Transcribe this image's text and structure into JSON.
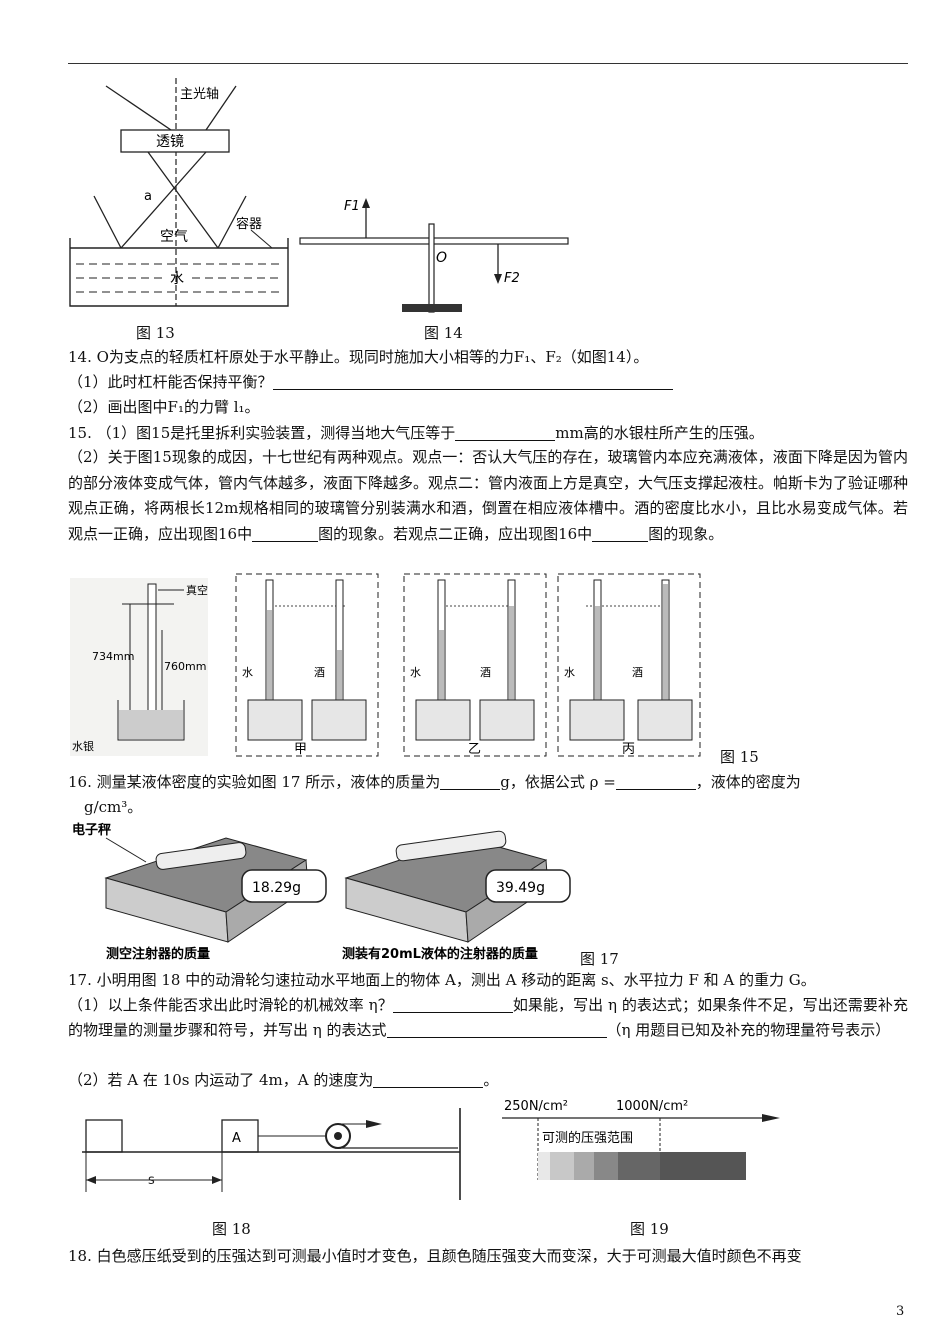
{
  "fig13": {
    "axis_label": "主光轴",
    "lens_label": "透镜",
    "ray_label": "a",
    "air_label": "空气",
    "container_label": "容器",
    "water_label": "水",
    "caption": "图 13"
  },
  "fig14": {
    "f1": "F1",
    "f2": "F2",
    "pivot": "O",
    "caption": "图 14"
  },
  "q14": {
    "stem": "14.  O为支点的轻质杠杆原处于水平静止。现同时施加大小相等的力F₁、F₂（如图14）。",
    "p1": "（1）此时杠杆能否保持平衡？",
    "p2": "（2）画出图中F₁的力臂 l₁。"
  },
  "q15": {
    "p1_a": "15.  （1）图15是托里拆利实验装置，测得当地大气压等于",
    "p1_b": "mm高的水银柱所产生的压强。",
    "p2": "（2）关于图15现象的成因，十七世纪有两种观点。观点一：否认大气压的存在，玻璃管内本应充满液体，液面下降是因为管内的部分液体变成气体，管内气体越多，液面下降越多。观点二：管内液面上方是真空，大气压支撑起液柱。帕斯卡为了验证哪种观点正确，将两根长12m规格相同的玻璃管分别装满水和酒，倒置在相应液体槽中。酒的密度比水小，且比水易变成气体。若观点一正确，应出现图16中",
    "p2_b": "图的现象。若观点二正确，应出现图16中",
    "p2_c": "图的现象。"
  },
  "fig15": {
    "vacuum": "真空",
    "h1": "734mm",
    "h2": "760mm",
    "mercury": "水银",
    "water": "水",
    "wine": "酒",
    "panel_jia": "甲",
    "panel_yi": "乙",
    "panel_bing": "丙",
    "caption": "图 15"
  },
  "q16": {
    "a": "16.  测量某液体密度的实验如图 17 所示，液体的质量为",
    "b": "g，依据公式 ρ =",
    "c": "，液体的密度为",
    "d": "g/cm³。"
  },
  "fig17": {
    "scale_label": "电子秤",
    "reading1": "18.29g",
    "reading2": "39.49g",
    "label1": "测空注射器的质量",
    "label2": "测装有20mL液体的注射器的质量",
    "caption": "图 17"
  },
  "q17": {
    "stem": "17.  小明用图 18 中的动滑轮匀速拉动水平地面上的物体 A，测出 A 移动的距离 s、水平拉力 F 和 A 的重力 G。",
    "p1_a": "（1）以上条件能否求出此时滑轮的机械效率 η？",
    "p1_b": "如果能，写出 η 的表达式；如果条件不足，写出还需要补充的物理量的测量步骤和符号，并写出 η 的表达式",
    "p1_c": "（η 用题目已知及补充的物理量符号表示）",
    "p2_a": "（2）若 A 在 10s 内运动了 4m，A 的速度为",
    "p2_b": "。"
  },
  "fig18": {
    "block": "A",
    "distance": "s",
    "caption": "图 18"
  },
  "fig19": {
    "low": "250N/cm²",
    "high": "1000N/cm²",
    "range_label": "可测的压强范围",
    "caption": "图 19"
  },
  "q18": {
    "text": "18.  白色感压纸受到的压强达到可测最小值时才变色，且颜色随压强变大而变深，大于可测最大值时颜色不再变"
  },
  "page_number": "3"
}
